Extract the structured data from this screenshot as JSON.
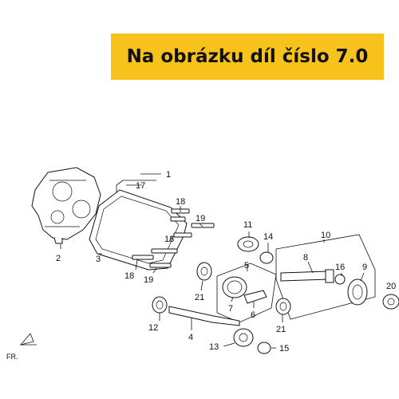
{
  "banner": {
    "text": "Na obrázku díl číslo 7.0",
    "background": "#f7c21b"
  },
  "callouts": [
    "1",
    "17",
    "18",
    "19",
    "18",
    "2",
    "3",
    "18",
    "19",
    "11",
    "14",
    "10",
    "8",
    "16",
    "9",
    "20",
    "5",
    "7",
    "6",
    "21",
    "21",
    "12",
    "4",
    "13",
    "15"
  ],
  "direction_label": "FR."
}
